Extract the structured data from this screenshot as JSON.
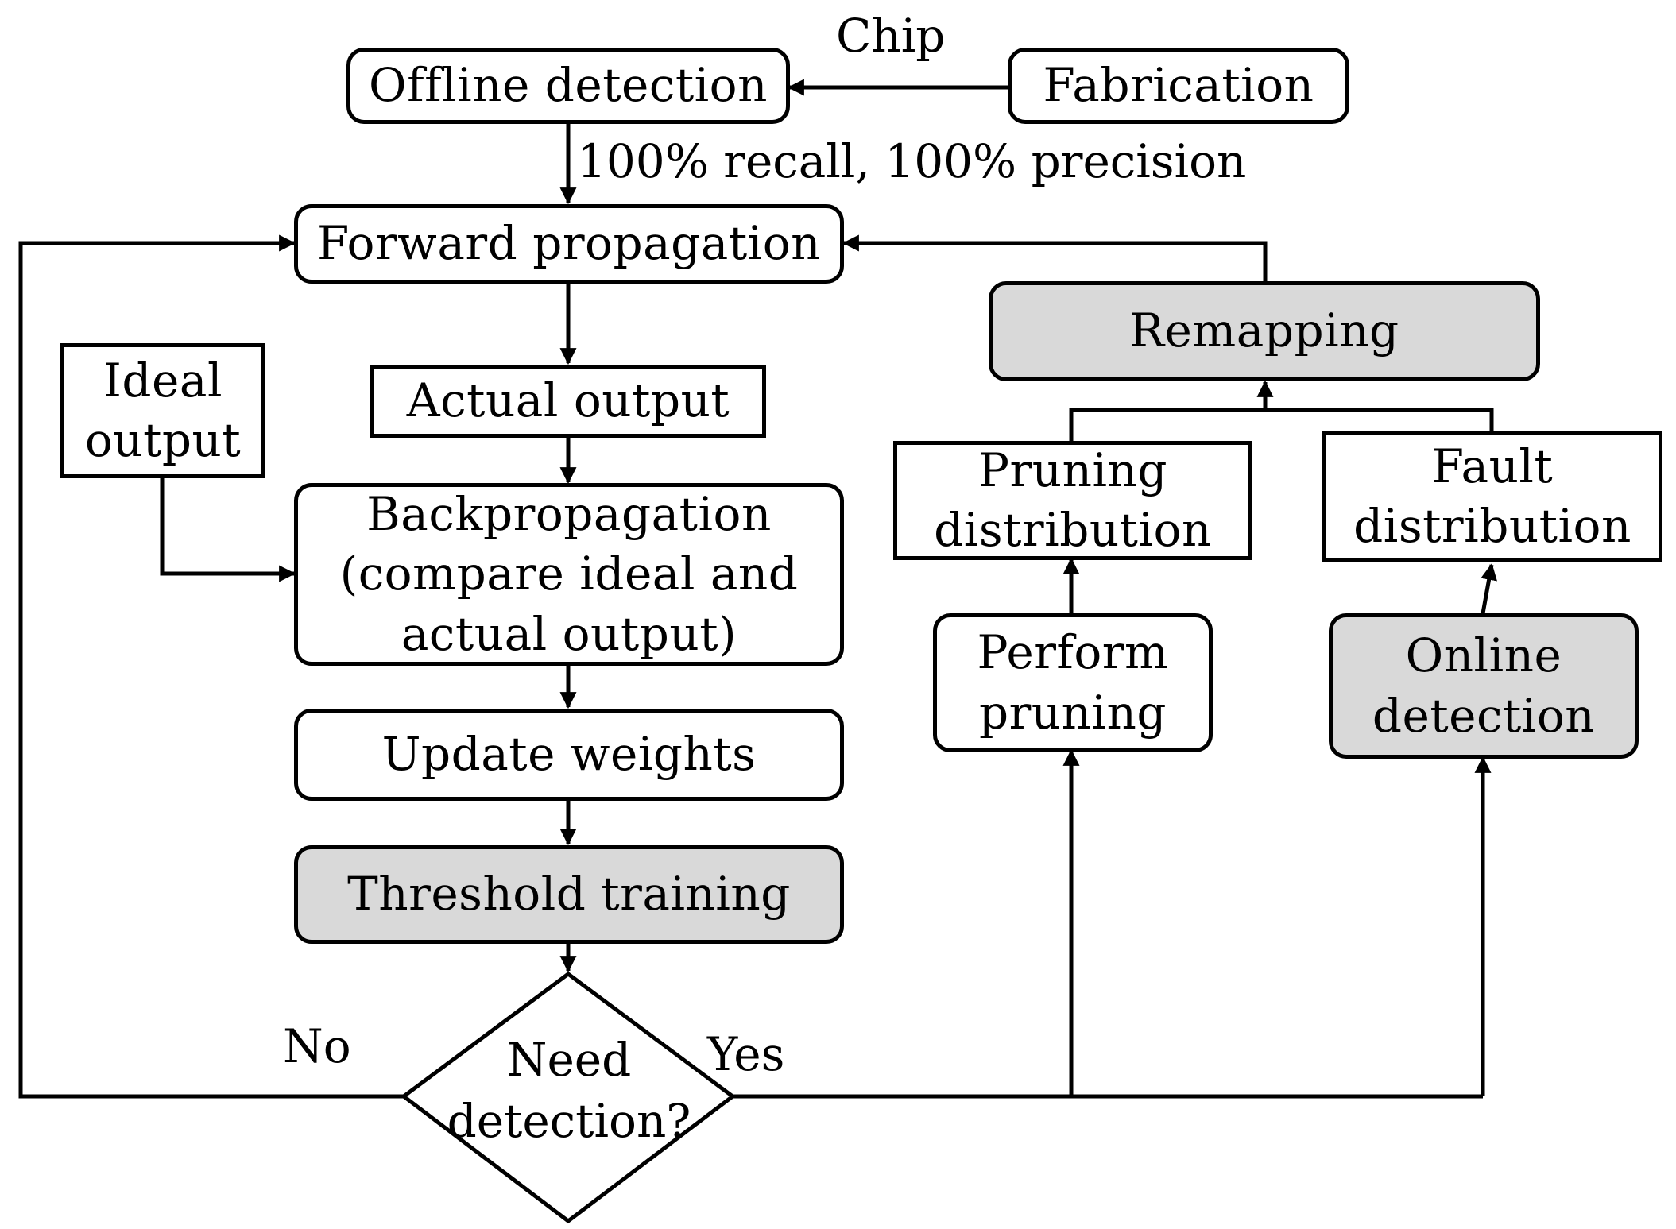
{
  "nodes": {
    "offline_detection": "Offline detection",
    "fabrication": "Fabrication",
    "forward_propagation": "Forward propagation",
    "actual_output": "Actual output",
    "ideal_output": "Ideal\noutput",
    "backpropagation": "Backpropagation\n(compare ideal and\nactual output)",
    "update_weights": "Update weights",
    "threshold_training": "Threshold training",
    "need_detection": "Need\ndetection?",
    "remapping": "Remapping",
    "pruning_distribution": "Pruning\ndistribution",
    "fault_distribution": "Fault\ndistribution",
    "perform_pruning": "Perform\npruning",
    "online_detection": "Online\ndetection"
  },
  "edge_labels": {
    "chip": "Chip",
    "offline_metrics": "100% recall, 100% precision",
    "no": "No",
    "yes": "Yes"
  },
  "colors": {
    "shaded_fill": "#d9d9d9",
    "line": "#000000"
  }
}
